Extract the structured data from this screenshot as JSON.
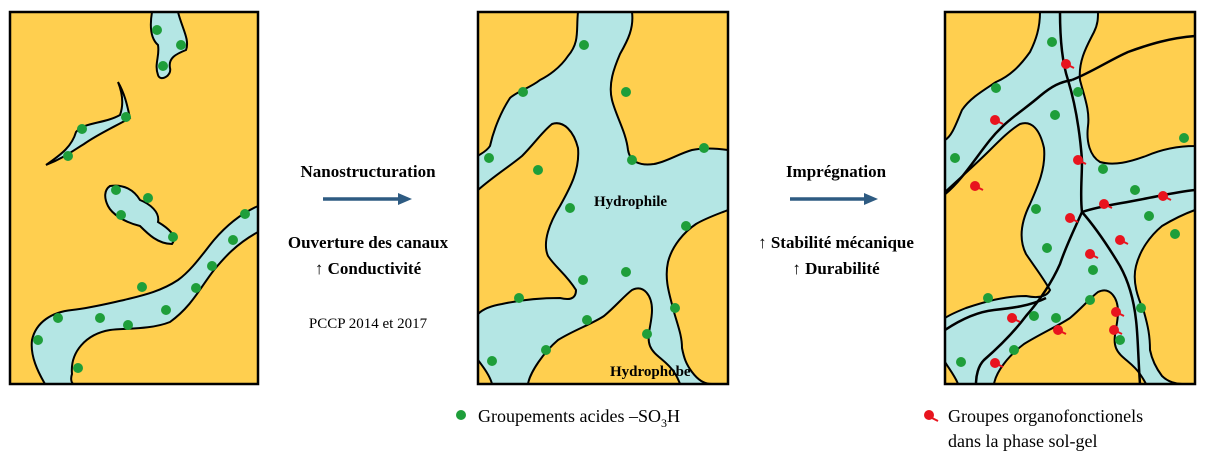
{
  "colors": {
    "hydrophobic_fill": "#FFCF4F",
    "hydrophilic_fill": "#B4E6E4",
    "acid_group": "#1E9E3A",
    "organo_group": "#E8141E",
    "arrow": "#2E5B82",
    "outline": "#000000"
  },
  "step1": {
    "label": "Nanostructuration",
    "effect_1": "Ouverture des canaux",
    "effect_2": "↑ Conductivité",
    "reference": "PCCP 2014 et 2017"
  },
  "step2": {
    "label": "Imprégnation",
    "effect_1": "↑ Stabilité mécanique",
    "effect_2": "↑ Durabilité"
  },
  "panel2": {
    "hydrophilic_label": "Hydrophile",
    "hydrophobic_label": "Hydrophobe"
  },
  "legend": {
    "acid_text": "Groupements acides –SO",
    "acid_sub": "3",
    "acid_tail": "H",
    "organo_line1": "Groupes organofonctionels",
    "organo_line2": "dans la phase sol-gel"
  }
}
